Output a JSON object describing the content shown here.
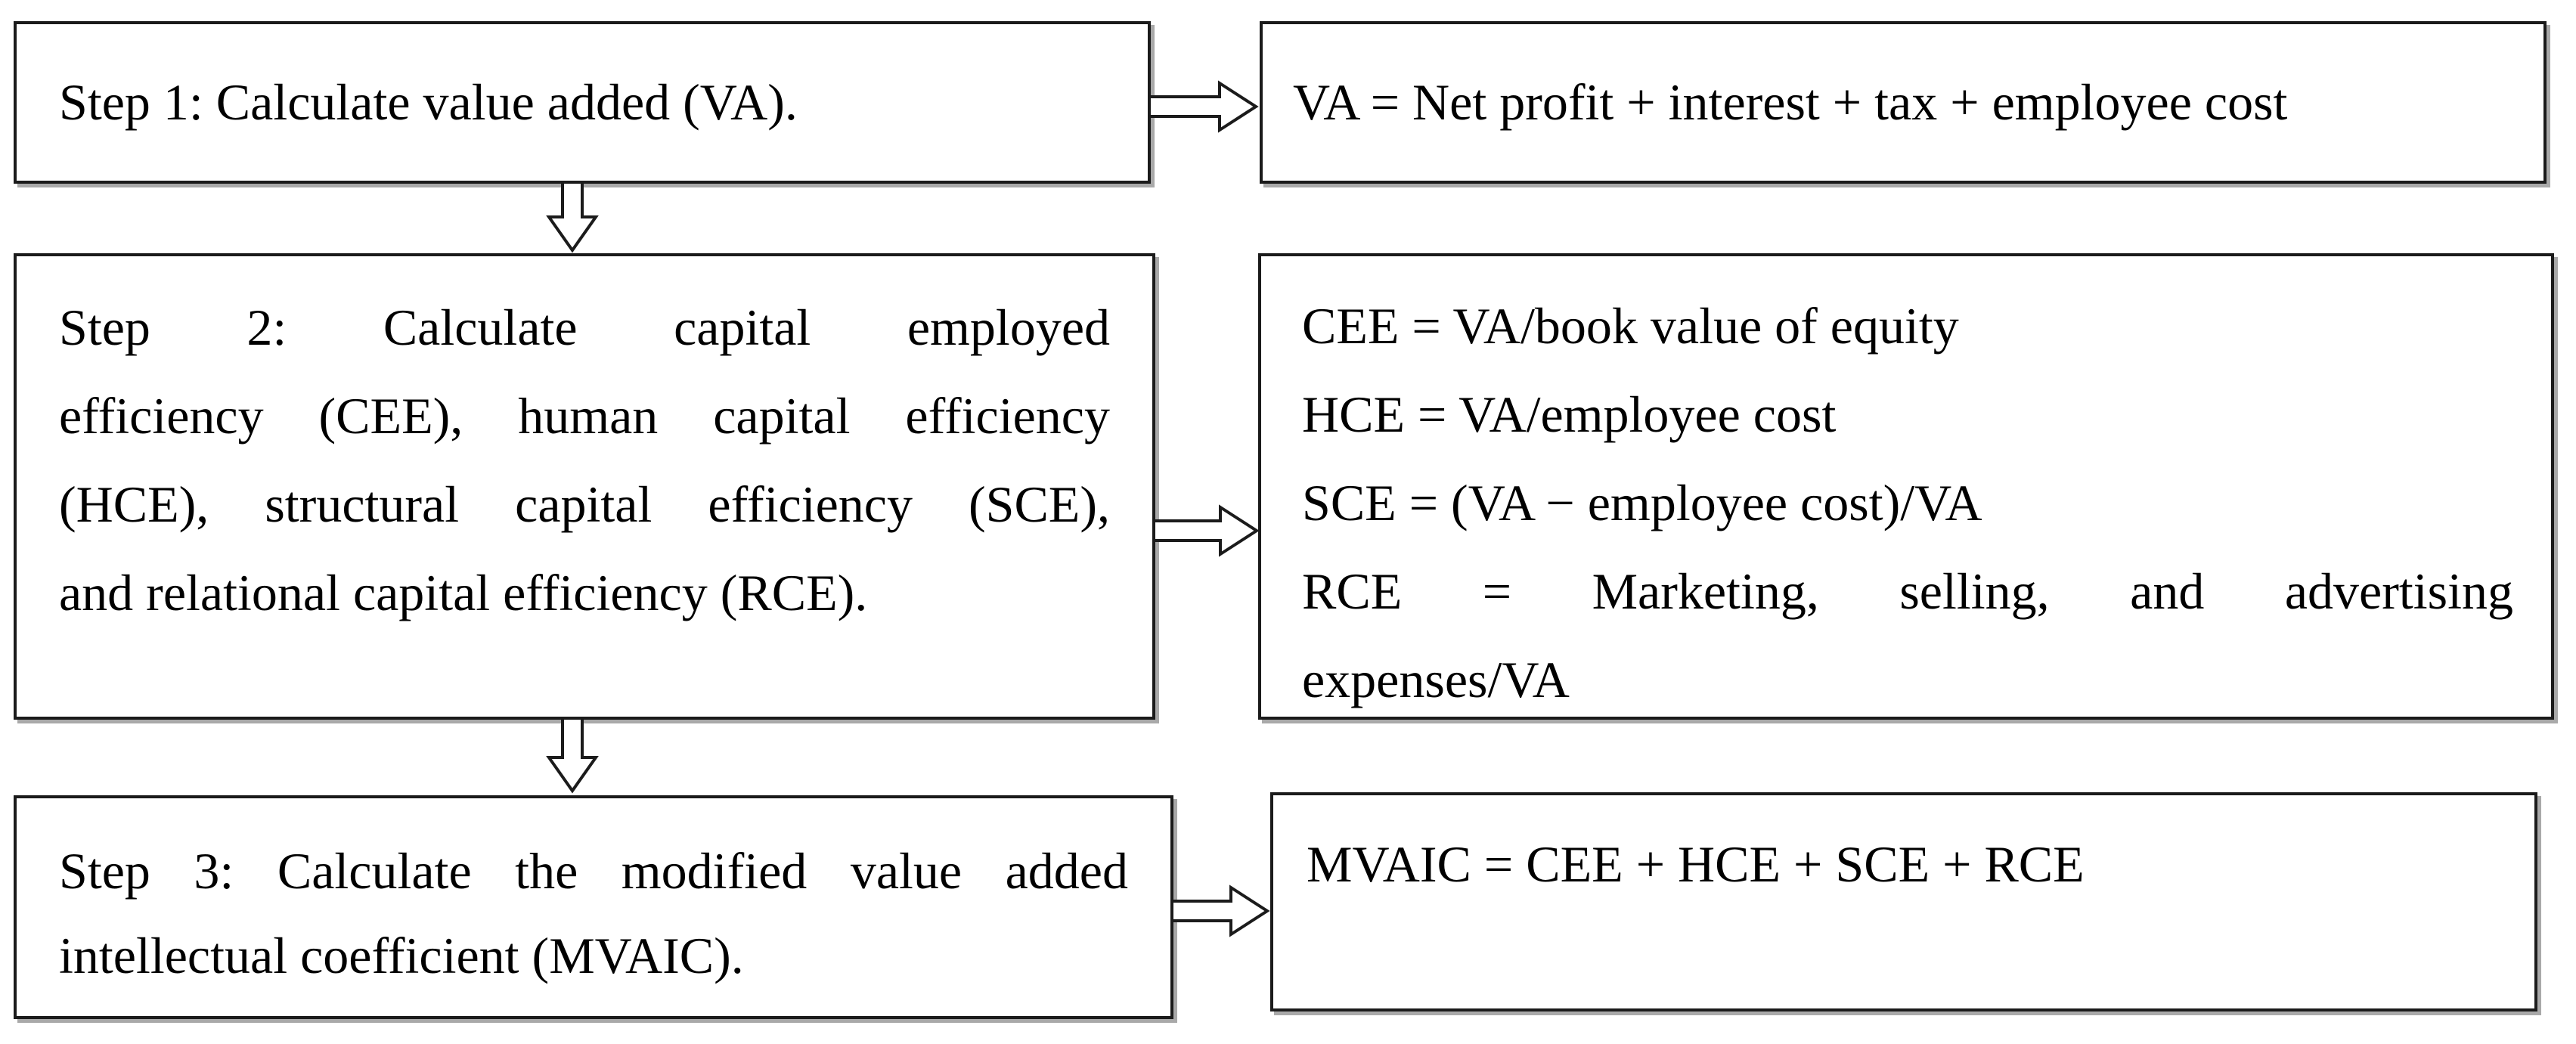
{
  "figure": {
    "background_color": "#ffffff",
    "border_color": "#1b1b1b",
    "shadow_color": "#a9a9a9",
    "text_color": "#000000"
  },
  "steps": [
    {
      "box": {
        "lines": [
          "Step 1: Calculate value added (VA)."
        ]
      },
      "formula": {
        "lines": [
          "VA = Net profit + interest + tax + employee cost"
        ]
      }
    },
    {
      "box": {
        "lines": [
          "Step 2: Calculate capital employed",
          "efficiency (CEE), human capital efficiency",
          "(HCE), structural capital efficiency (SCE),",
          "and relational capital efficiency (RCE)."
        ]
      },
      "formula": {
        "lines": [
          "CEE = VA/book value of equity",
          "HCE = VA/employee cost",
          "SCE = (VA − employee cost)/VA",
          "RCE = Marketing, selling, and advertising",
          "expenses/VA"
        ]
      }
    },
    {
      "box": {
        "lines": [
          "Step 3: Calculate the modified value added",
          "intellectual coefficient (MVAIC)."
        ]
      },
      "formula": {
        "lines": [
          "MVAIC = CEE + HCE + SCE + RCE"
        ]
      }
    }
  ]
}
